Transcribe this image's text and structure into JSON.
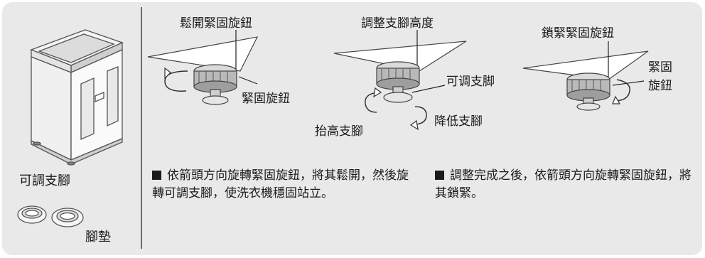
{
  "left_panel": {
    "adjustable_foot_label": "可調支腳",
    "foot_pad_label": "腳墊"
  },
  "diagram1": {
    "title": "鬆開緊固旋鈕",
    "knob_label": "緊固旋鈕"
  },
  "diagram2": {
    "title": "調整支腳高度",
    "foot_label": "可调支脚",
    "raise_label": "抬高支腳",
    "lower_label": "降低支腳"
  },
  "diagram3": {
    "title": "鎖緊緊固旋鈕",
    "knob_label_line1": "緊固",
    "knob_label_line2": "旋鈕"
  },
  "instructions": {
    "step1": "依箭頭方向旋轉緊固旋鈕，將其鬆開，然後旋轉可調支腳，使洗衣機穩固站立。",
    "step2": "調整完成之後，依箭頭方向旋轉緊固旋鈕，將其鎖緊。"
  }
}
